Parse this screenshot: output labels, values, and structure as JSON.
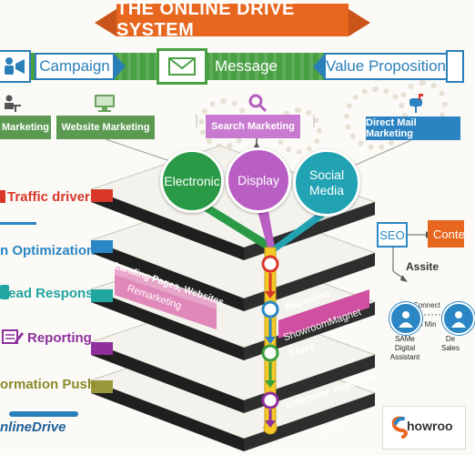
{
  "title": "THE ONLINE DRIVE SYSTEM",
  "top_bar": {
    "campaign": "Campaign",
    "message": "Message",
    "value_proposition": "Value Proposition"
  },
  "marketing": {
    "left": "Marketing",
    "website": "Website Marketing",
    "search": "Search Marketing",
    "direct_mail": "Direct Mail Marketing"
  },
  "bubbles": {
    "electronic": "Electronic",
    "display": "Display",
    "social": "Social Media"
  },
  "left_labels": {
    "traffic": "Traffic drivers",
    "optimization": "n Optimization",
    "lead": "Lead Response",
    "reporting": "Reporting",
    "push": "ormation Push"
  },
  "layer_labels": {
    "landing": "Landing Pages, Websites",
    "remarketing": "Remarketing",
    "microsites": "Microsites",
    "showroommagnet": "ShowroomMagnet",
    "same": "SAMe",
    "enterprise": "Enterprise Reporting",
    "crm": "CRM"
  },
  "right": {
    "seo": "SEO",
    "content": "Conte",
    "assisted": "Assite",
    "connect": "Connect",
    "time": "5 Min",
    "same_assistant": "SAMe Digital Assistant",
    "dealer_sales": "De Sales"
  },
  "logos": {
    "online_drive": "nlineDrive",
    "showroom": "howroo"
  },
  "colors": {
    "orange": "#e8671f",
    "green": "#49a043",
    "blue": "#2a7fb8",
    "purple": "#c77ad0",
    "teal": "#21a3b3",
    "red": "#d9372a",
    "magenta": "#cf4fa0"
  }
}
